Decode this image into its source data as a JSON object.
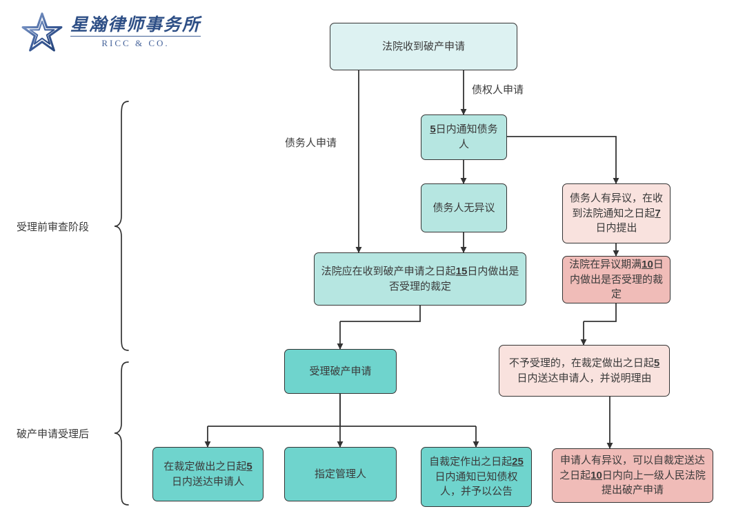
{
  "logo": {
    "icon": "star-logo-icon",
    "chinese_name": "星瀚律师事务所",
    "english_name": "RICC & CO.",
    "color": "#2e4f86"
  },
  "colors": {
    "node_pale_cyan": "#ddf2f2",
    "node_light_cyan": "#b6e6e1",
    "node_teal": "#6fd4cd",
    "node_light_pink": "#f9e2de",
    "node_pink": "#f0bcb8",
    "stroke": "#333333",
    "text": "#3a3a3a"
  },
  "stages": [
    {
      "label": "受理前审查阶段"
    },
    {
      "label": "破产申请受理后"
    }
  ],
  "edge_labels": [
    {
      "label": "债权人申请"
    },
    {
      "label": "债务人申请"
    }
  ],
  "nodes": [
    {
      "id": "court-receives",
      "text": "法院收到破产申请",
      "html": "法院收到破产申请",
      "fill": "#ddf2f2"
    },
    {
      "id": "notify-debtor-5d",
      "text": "5日内通知债务人",
      "html": "<b>5</b>日内通知债务人",
      "fill": "#b6e6e1"
    },
    {
      "id": "debtor-no-objection",
      "text": "债务人无异议",
      "html": "债务人无异议",
      "fill": "#b6e6e1"
    },
    {
      "id": "debtor-objection-7d",
      "text": "债务人有异议，在收到法院通知之日起7日内提出",
      "html": "债务人有异议，在收到法院通知之日起<b>7</b>日内提出",
      "fill": "#f9e2de"
    },
    {
      "id": "court-ruling-15d",
      "text": "法院应在收到破产申请之日起15日内做出是否受理的裁定",
      "html": "法院应在收到破产申请之日起<b>15</b>日内做出是否受理的裁定",
      "fill": "#b6e6e1"
    },
    {
      "id": "court-ruling-10d",
      "text": "法院在异议期满10日内做出是否受理的裁定",
      "html": "法院在异议期满<b>10</b>日内做出是否受理的裁定",
      "fill": "#f0bcb8"
    },
    {
      "id": "accept-application",
      "text": "受理破产申请",
      "html": "受理破产申请",
      "fill": "#6fd4cd"
    },
    {
      "id": "reject-serve-5d",
      "text": "不予受理的，在裁定做出之日起5日内送达申请人，并说明理由",
      "html": "不予受理的，在裁定做出之日起<b>5</b>日内送达申请人，并说明理由",
      "fill": "#f9e2de"
    },
    {
      "id": "serve-applicant-5d",
      "text": "在裁定做出之日起5日内送达申请人",
      "html": "在裁定做出之日起<b>5</b>日内送达申请人",
      "fill": "#6fd4cd"
    },
    {
      "id": "appoint-administrator",
      "text": "指定管理人",
      "html": "指定管理人",
      "fill": "#6fd4cd"
    },
    {
      "id": "notify-creditors-25d",
      "text": "自裁定作出之日起25日内通知已知债权人，并予以公告",
      "html": "自裁定作出之日起<b>25</b>日内通知已知债权人，并予以公告",
      "fill": "#6fd4cd"
    },
    {
      "id": "applicant-objection-10d",
      "text": "申请人有异议，可以自裁定送达之日起10日内向上一级人民法院提出破产申请",
      "html": "申请人有异议，可以自裁定送达之日起<b>10</b>日内向上一级人民法院提出破产申请",
      "fill": "#f0bcb8"
    }
  ]
}
